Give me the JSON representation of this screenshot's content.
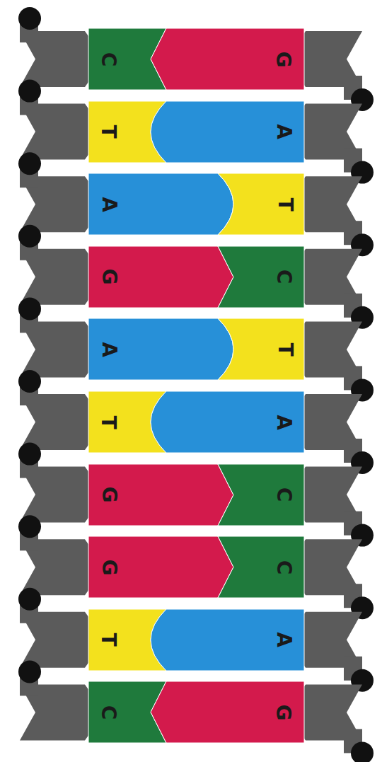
{
  "diagram": {
    "nodes": [
      {
        "text": [
          "C"
        ]
      },
      {
        "text": [
          "G"
        ]
      },
      {
        "text": [
          "T"
        ]
      },
      {
        "text": [
          "A"
        ]
      },
      {
        "text": [
          "A"
        ]
      },
      {
        "text": [
          "T"
        ]
      },
      {
        "text": [
          "G"
        ]
      },
      {
        "text": [
          "C"
        ]
      },
      {
        "text": [
          "A"
        ]
      },
      {
        "text": [
          "T"
        ]
      },
      {
        "text": [
          "T"
        ]
      },
      {
        "text": [
          "A"
        ]
      },
      {
        "text": [
          "G"
        ]
      },
      {
        "text": [
          "C"
        ]
      },
      {
        "text": [
          "G"
        ]
      },
      {
        "text": [
          "C"
        ]
      },
      {
        "text": [
          "T"
        ]
      },
      {
        "text": [
          "A"
        ]
      },
      {
        "text": [
          "C"
        ]
      },
      {
        "text": [
          "G"
        ]
      }
    ]
  }
}
